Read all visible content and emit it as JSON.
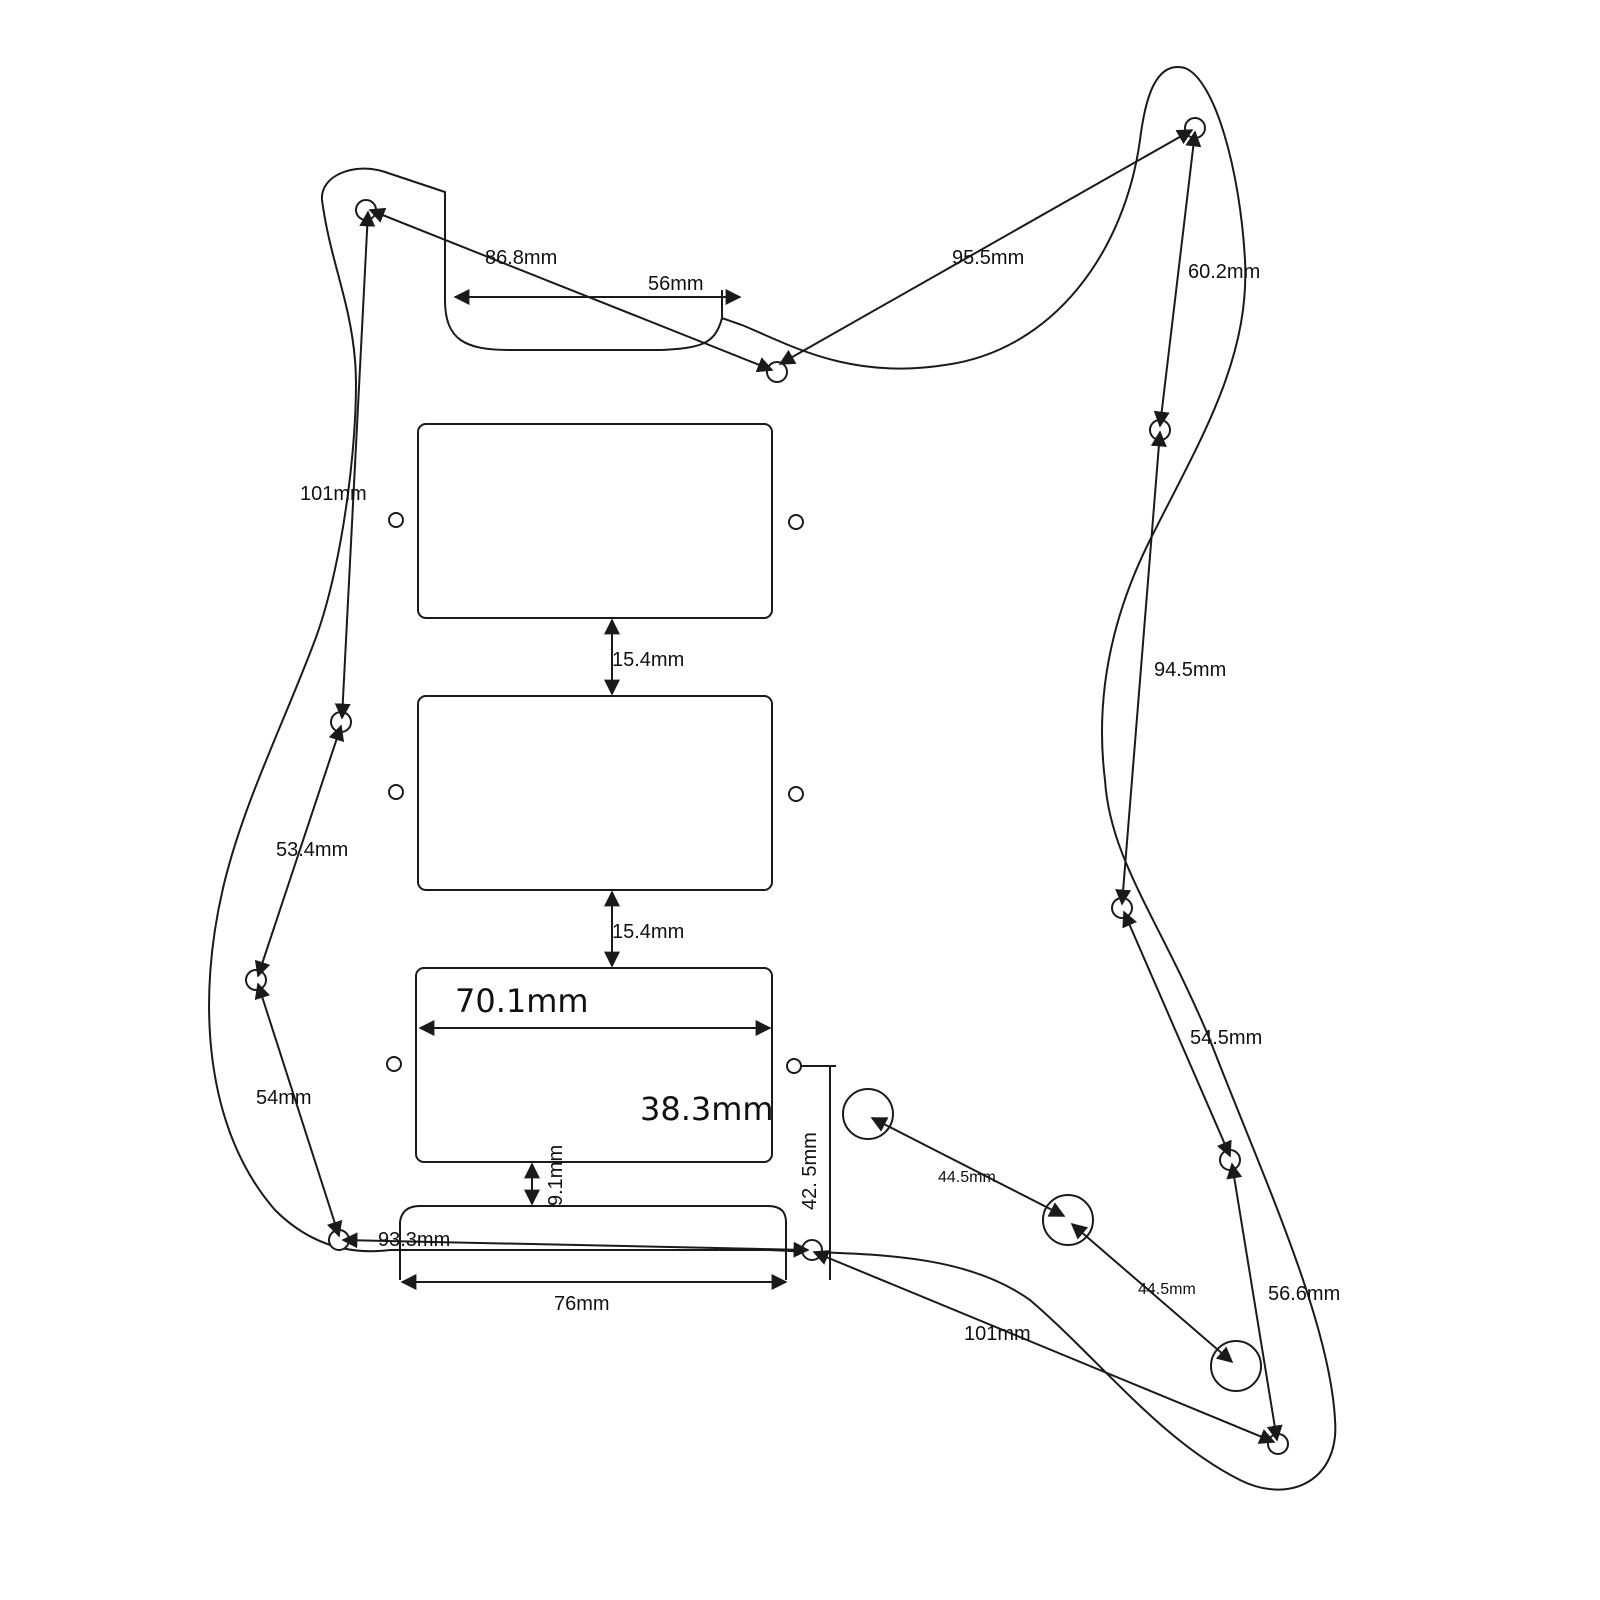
{
  "diagram": {
    "line_color": "#1a1a1a",
    "background": "#ffffff",
    "labels": {
      "top_left_to_neck": "86.8mm",
      "neck_pocket_width": "56mm",
      "neck_to_top_right": "95.5mm",
      "right_upper": "60.2mm",
      "left_upper": "101mm",
      "pickup_gap_1": "15.4mm",
      "pickup_gap_2": "15.4mm",
      "right_middle": "94.5mm",
      "left_middle": "53.4mm",
      "pickup_width": "70.1mm",
      "pickup_height": "38.3mm",
      "right_lower": "54.5mm",
      "left_lower": "54mm",
      "vertical_42": "42. 5mm",
      "gap_9": "9.1mm",
      "control_spacing_1": "44.5mm",
      "control_spacing_2": "44.5mm",
      "bottom_span": "93.3mm",
      "jack_pocket_width": "76mm",
      "bottom_right": "56.6mm",
      "bottom_diagonal": "101mm"
    }
  }
}
